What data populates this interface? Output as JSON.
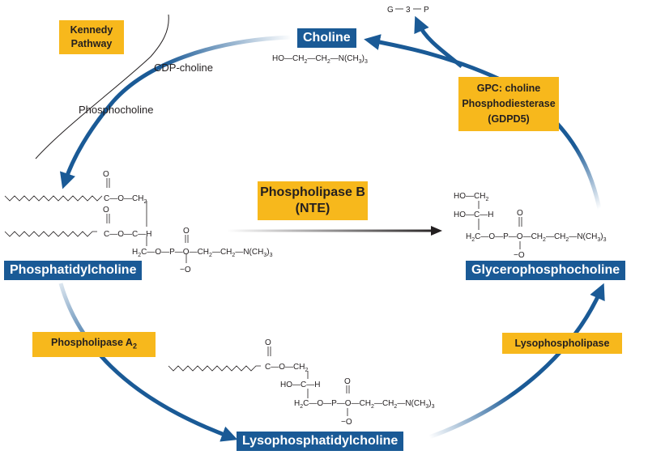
{
  "nodes": {
    "choline": "Choline",
    "phosphatidylcholine": "Phosphatidylcholine",
    "glycerophosphocholine": "Glycerophosphocholine",
    "lysophosphatidylcholine": "Lysophosphatidylcholine"
  },
  "enzymes": {
    "kennedy_line1": "Kennedy",
    "kennedy_line2": "Pathway",
    "gpc_line1": "GPC: choline",
    "gpc_line2": "Phosphodiesterase",
    "gpc_line3": "(GDPD5)",
    "plb_line1": "Phospholipase B",
    "plb_line2": "(NTE)",
    "pla2_main": "Phospholipase A",
    "pla2_sub": "2",
    "lysophospholipase": "Lysophospholipase"
  },
  "intermediates": {
    "cdp_choline": "CDP-choline",
    "phosphocholine": "Phosphocholine"
  },
  "g3p": {
    "g": "G",
    "three": "3",
    "p": "P"
  },
  "choline_formula": {
    "left": "HO—CH",
    "mid": "—CH",
    "right": "—N(CH",
    "end": ")"
  },
  "colors": {
    "blue": "#1a5a96",
    "yellow": "#f7b81c",
    "black": "#231f20"
  }
}
